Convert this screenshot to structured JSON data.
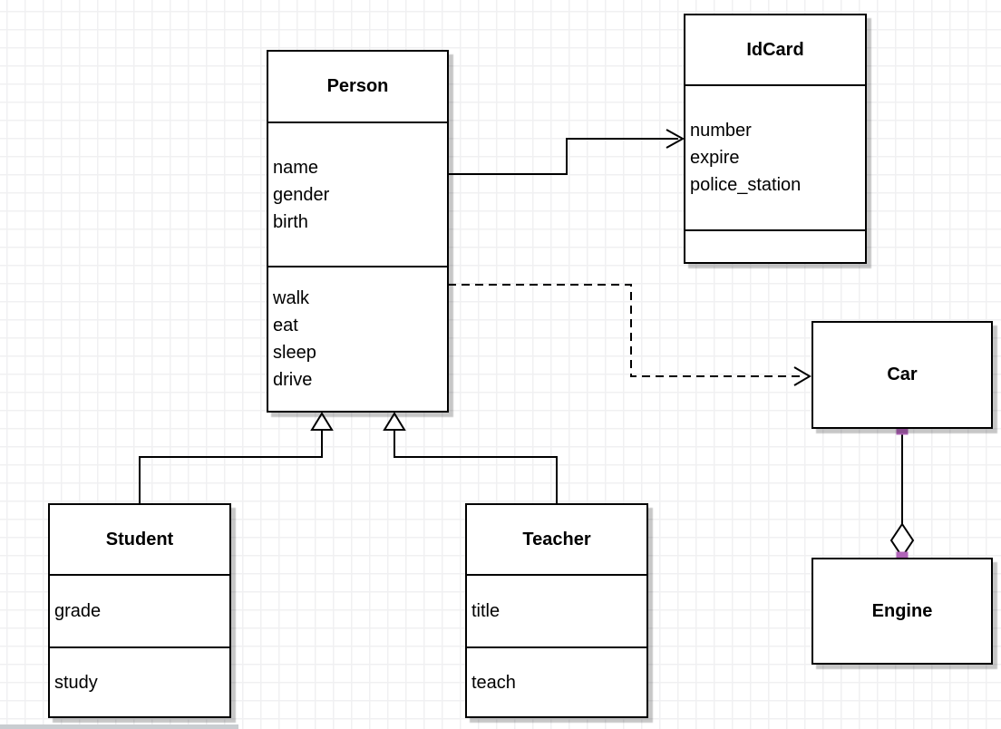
{
  "diagram": {
    "type": "uml-class-diagram",
    "classes": [
      {
        "id": "person",
        "title": "Person",
        "attributes": [
          "name",
          "gender",
          "birth"
        ],
        "methods": [
          "walk",
          "eat",
          "sleep",
          "drive"
        ]
      },
      {
        "id": "idcard",
        "title": "IdCard",
        "attributes": [
          "number",
          "expire",
          "police_station"
        ],
        "methods": []
      },
      {
        "id": "car",
        "title": "Car"
      },
      {
        "id": "engine",
        "title": "Engine"
      },
      {
        "id": "student",
        "title": "Student",
        "attributes": [
          "grade"
        ],
        "methods": [
          "study"
        ]
      },
      {
        "id": "teacher",
        "title": "Teacher",
        "attributes": [
          "title"
        ],
        "methods": [
          "teach"
        ]
      }
    ],
    "relations": [
      {
        "from": "Person",
        "to": "IdCard",
        "type": "directed-association",
        "line": "solid",
        "marker": "open-arrow"
      },
      {
        "from": "Person",
        "to": "Car",
        "type": "dependency",
        "line": "dashed",
        "marker": "open-arrow"
      },
      {
        "from": "Student",
        "to": "Person",
        "type": "generalization",
        "line": "solid",
        "marker": "hollow-triangle"
      },
      {
        "from": "Teacher",
        "to": "Person",
        "type": "generalization",
        "line": "solid",
        "marker": "hollow-triangle"
      },
      {
        "from": "Car",
        "to": "Engine",
        "type": "aggregation",
        "line": "solid",
        "marker": "hollow-diamond"
      }
    ],
    "colors": {
      "stroke": "#000000",
      "fill": "#ffffff",
      "grid": "#f0f0f2",
      "shadow": "#c8c8c8",
      "endpoint_handle": "#b164b9"
    }
  }
}
